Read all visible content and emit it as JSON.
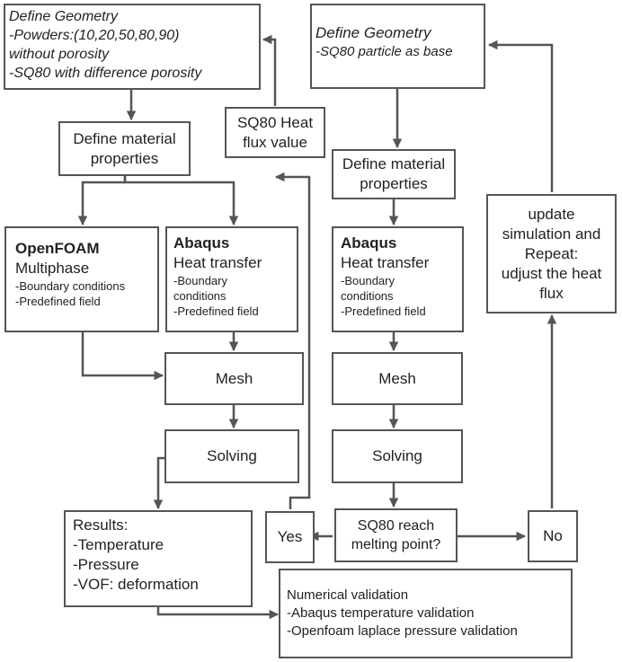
{
  "diagram": {
    "left_geometry": {
      "title": "Define Geometry",
      "line1": "-Powders:(10,20,50,80,90)",
      "line2": "without porosity",
      "line3": "-SQ80 with difference porosity"
    },
    "right_geometry": {
      "title": "Define Geometry",
      "line1": "-SQ80 particle as base"
    },
    "heat_flux": {
      "line1": "SQ80 Heat",
      "line2": "flux value"
    },
    "left_material": {
      "line1": "Define material",
      "line2": "properties"
    },
    "right_material": {
      "line1": "Define material",
      "line2": "properties"
    },
    "openfoam": {
      "title": "OpenFOAM",
      "subtitle": "Multiphase",
      "line1": "-Boundary conditions",
      "line2": "-Predefined field"
    },
    "abaqus_left": {
      "title": "Abaqus",
      "subtitle": "Heat transfer",
      "line1": "-Boundary",
      "line2": "conditions",
      "line3": "-Predefined field"
    },
    "abaqus_right": {
      "title": "Abaqus",
      "subtitle": "Heat transfer",
      "line1": "-Boundary",
      "line2": "conditions",
      "line3": "-Predefined field"
    },
    "update": {
      "line1": "update",
      "line2": "simulation and",
      "line3": "Repeat:",
      "line4": "udjust the heat",
      "line5": "flux"
    },
    "mesh_left": "Mesh",
    "mesh_right": "Mesh",
    "solving_left": "Solving",
    "solving_right": "Solving",
    "results": {
      "title": "Results:",
      "line1": "-Temperature",
      "line2": "-Pressure",
      "line3": "-VOF: deformation"
    },
    "yes": "Yes",
    "decision": {
      "line1": "SQ80 reach",
      "line2": "melting point?"
    },
    "no": "No",
    "validation": {
      "title": "Numerical validation",
      "line1": "-Abaqus temperature validation",
      "line2": "-Openfoam laplace pressure validation"
    }
  }
}
